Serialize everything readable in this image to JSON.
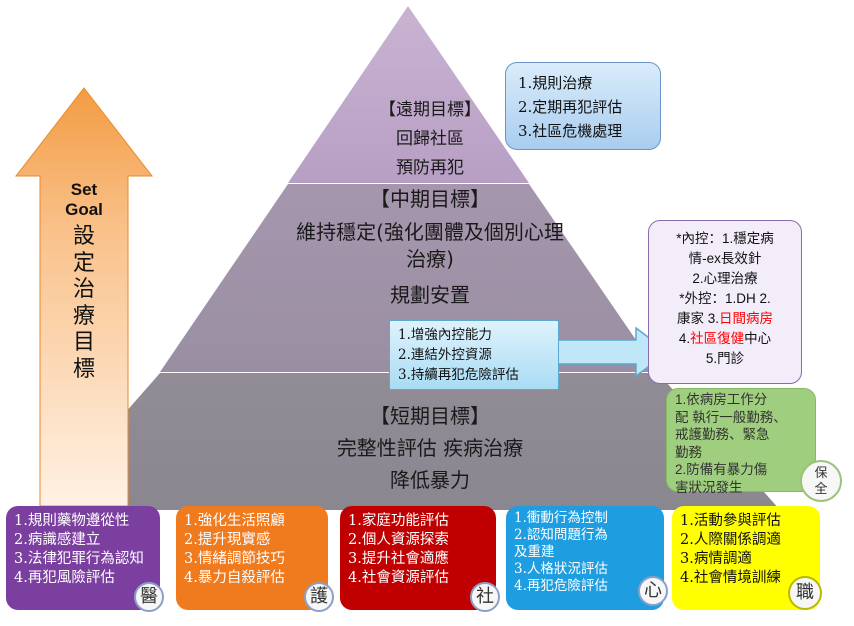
{
  "set_goal": {
    "line1": "Set",
    "line2": "Goal",
    "chars": [
      "設",
      "定",
      "治",
      "療",
      "目",
      "標"
    ]
  },
  "pyramid": {
    "top": {
      "title": "【遠期目標】",
      "items": [
        "回歸社區",
        "預防再犯"
      ]
    },
    "middle": {
      "title": "【中期目標】",
      "lines": [
        "維持穩定(強化團體及個別心理",
        "治療)",
        "規劃安置"
      ]
    },
    "bottom": {
      "title": "【短期目標】",
      "lines": [
        "完整性評估 疾病治療",
        "降低暴力"
      ]
    }
  },
  "callouts": {
    "long_term": [
      "1.規則治療",
      "2.定期再犯評估",
      "3.社區危機處理"
    ],
    "mid_term": [
      "1.增強內控能力",
      "2.連結外控資源",
      "3.持續再犯危險評估"
    ],
    "control": {
      "l1": "*內控：1.穩定病",
      "l2": "情-ex長效針",
      "l3": "2.心理治療",
      "l4": "*外控：1.DH  2.",
      "l5a": "康家 3.",
      "l5b": "日間病房",
      "l6a": "4.",
      "l6b": "社區復健",
      "l6c": "中心",
      "l7": "5.門診"
    },
    "security": {
      "lines": [
        "1.依病房工作分",
        "配 執行一般勤務、",
        "戒護勤務、緊急",
        "勤務",
        "2.防備有暴力傷",
        "害狀況發生"
      ],
      "badge_chars": [
        "保",
        "全"
      ]
    }
  },
  "teams": [
    {
      "items": [
        "1.規則藥物遵從性",
        "2.病識感建立",
        "3.法律犯罪行為認知",
        "4.再犯風險評估"
      ],
      "badge": "醫",
      "color": "#7b3fa0"
    },
    {
      "items": [
        "1.強化生活照顧",
        "2.提升現實感",
        "3.情緒調節技巧",
        "4.暴力自殺評估"
      ],
      "badge": "護",
      "color": "#f07a1e"
    },
    {
      "items": [
        "1.家庭功能評估",
        "2.個人資源探索",
        "3.提升社會適應",
        "4.社會資源評估"
      ],
      "badge": "社",
      "color": "#c00000"
    },
    {
      "items": [
        "1.衝動行為控制",
        "2.認知問題行為",
        "及重建",
        "3.人格狀況評估",
        "4.再犯危險評估"
      ],
      "badge": "心",
      "color": "#1e9ee0"
    },
    {
      "items": [
        "1.活動參與評估",
        "2.人際關係調適",
        "3.病情調適",
        "4.社會情境訓練"
      ],
      "badge": "職",
      "color": "#ffff00"
    }
  ],
  "colors": {
    "pyramid_top": "#b69dc0",
    "pyramid_mid": "#9e93a6",
    "pyramid_bottom": "#8c8a90",
    "arrow_top": "#f7a24a",
    "arrow_bottom": "#fde3c8",
    "red_text": "#ff0000"
  }
}
